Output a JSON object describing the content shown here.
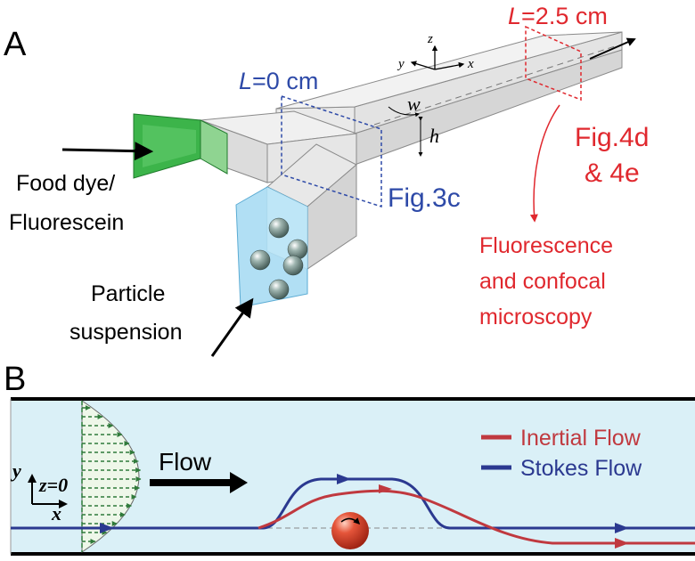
{
  "panel_a": {
    "label": "A",
    "inlet_dye_label_1": "Food dye/",
    "inlet_dye_label_2": "Fluorescein",
    "inlet_particle_label_1": "Particle",
    "inlet_particle_label_2": "suspension",
    "pos_start": {
      "var": "L",
      "value": "=0 cm"
    },
    "pos_end": {
      "var": "L",
      "value": "=2.5 cm"
    },
    "width_symbol": "w",
    "height_symbol": "h",
    "axes": {
      "z": "z",
      "y": "y",
      "x": "x"
    },
    "ref_start": "Fig.3c",
    "ref_end_1": "Fig.4d",
    "ref_end_2": "& 4e",
    "method_1": "Fluorescence",
    "method_2": "and confocal",
    "method_3": "microscopy",
    "colors": {
      "blue": "#2e4aa8",
      "red": "#e0282e",
      "green": "#3cb44a",
      "particle_fluid": "#a9dcf3"
    }
  },
  "panel_b": {
    "label": "B",
    "axes": {
      "y": "y",
      "z": "z=0",
      "x": "x"
    },
    "flow_label": "Flow",
    "legend": [
      {
        "name": "Inertial Flow",
        "color": "#c0393f"
      },
      {
        "name": "Stokes Flow",
        "color": "#2b3990"
      }
    ],
    "channel_fill": "#daf0f7"
  }
}
